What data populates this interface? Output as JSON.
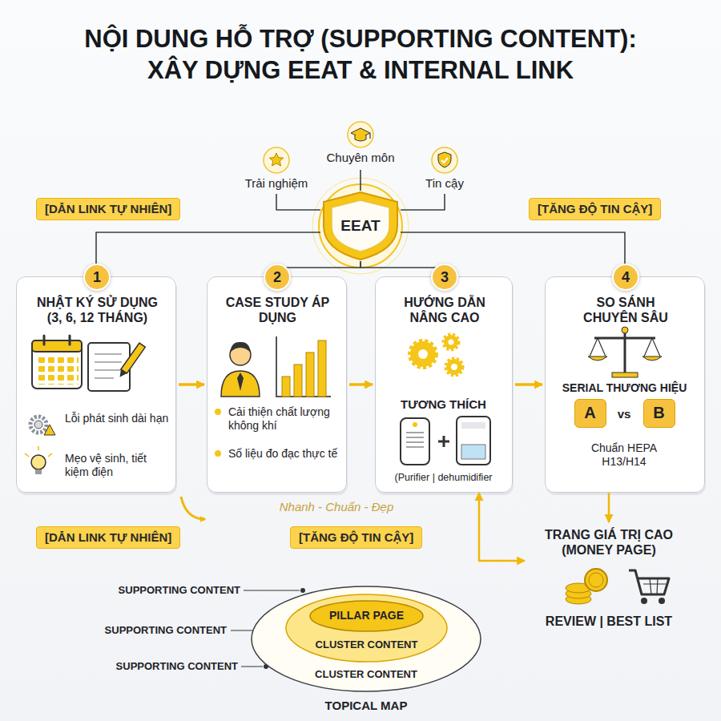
{
  "diagram": {
    "title": "NỘI DUNG HỖ TRỢ (SUPPORTING CONTENT): XÂY DỰNG EEAT & INTERNAL LINK",
    "nodes": [
      {
        "text": [
          "Trải nghiệm"
        ]
      },
      {
        "text": [
          "Chuyên môn"
        ]
      },
      {
        "text": [
          "Tin cậy"
        ]
      },
      {
        "text": [
          "[DẪN LINK TỰ NHIÊN]"
        ]
      },
      {
        "text": [
          "EEAT"
        ]
      },
      {
        "text": [
          "[TĂNG ĐỘ TIN CẬY]"
        ]
      },
      {
        "text": [
          "NHẬT KÝ SỬ DỤNG (3, 6, 12 THÁNG)",
          "Lỗi phát sinh dài hạn",
          "Mẹo vệ sinh, tiết kiệm điện"
        ]
      },
      {
        "text": [
          "1"
        ],
        "in": 6
      },
      {
        "text": [
          "CASE STUDY ÁP DỤNG",
          "Cải thiện chất lượng không khí",
          "Số liệu đo đạc thực tế"
        ]
      },
      {
        "text": [
          "2"
        ],
        "in": 8
      },
      {
        "text": [
          "HƯỚNG DẪN NÂNG CAO",
          "TƯƠNG THÍCH",
          "(Purifier | dehumidifier"
        ]
      },
      {
        "text": [
          "3"
        ],
        "in": 10
      },
      {
        "text": [
          "SO SÁNH CHUYÊN SÂU",
          "SERIAL THƯƠNG HIỆU",
          "vs",
          "Chuẩn HEPA H13/H14"
        ]
      },
      {
        "text": [
          "4"
        ],
        "in": 12
      },
      {
        "text": [
          "A"
        ],
        "in": 12
      },
      {
        "text": [
          "B"
        ],
        "in": 12
      },
      {
        "text": [
          "[DẪN LINK TỰ NHIÊN]"
        ]
      },
      {
        "text": [
          "[TĂNG ĐỘ TIN CẬY]"
        ]
      },
      {
        "text": [
          "TRANG GIÁ TRỊ CAO (MONEY PAGE)",
          "REVIEW | BEST LIST"
        ]
      },
      {
        "text": [
          "CLUSTER CONTENT"
        ]
      },
      {
        "text": [
          "CLUSTER CONTENT"
        ],
        "in": 19
      },
      {
        "text": [
          "PILLAR PAGE"
        ],
        "in": 20
      }
    ],
    "edges": [
      {
        "from": 0,
        "to": 4,
        "arrow": "none"
      },
      {
        "from": 1,
        "to": 4,
        "arrow": "none"
      },
      {
        "from": 2,
        "to": 4,
        "arrow": "none"
      },
      {
        "from": 4,
        "to": 6,
        "arrow": "none"
      },
      {
        "from": 4,
        "to": 8,
        "arrow": "none"
      },
      {
        "from": 4,
        "to": 10,
        "arrow": "none"
      },
      {
        "from": 4,
        "to": 12,
        "arrow": "none"
      },
      {
        "from": 6,
        "to": 8,
        "arrow": "to"
      },
      {
        "from": 8,
        "to": 10,
        "arrow": "to"
      },
      {
        "from": 10,
        "to": 12,
        "arrow": "to"
      },
      {
        "from": 10,
        "to": 18,
        "arrow": "both"
      },
      {
        "from": 12,
        "to": 18,
        "arrow": "to"
      }
    ],
    "labels": [
      "SUPPORTING CONTENT",
      "SUPPORTING CONTENT",
      "SUPPORTING CONTENT",
      "TOPICAL MAP",
      "Nhanh - Chuẩn - Đẹp"
    ]
  }
}
